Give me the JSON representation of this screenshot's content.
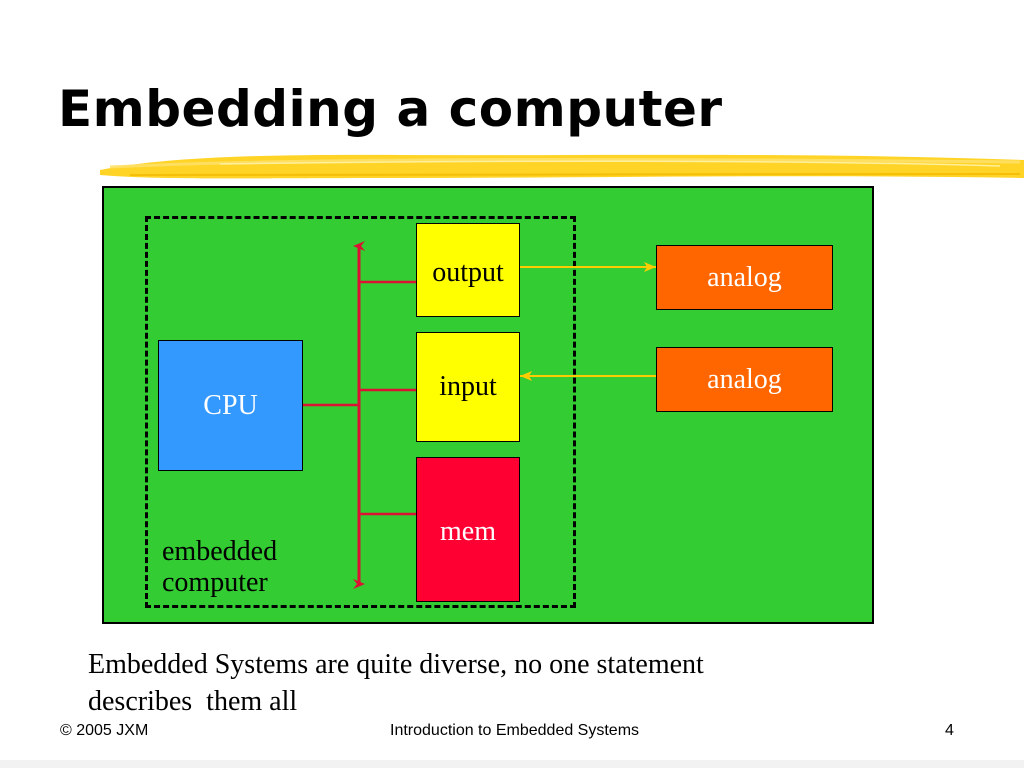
{
  "slide": {
    "title": "Embedding a computer",
    "caption_line1": "Embedded Systems are quite diverse, no one statement",
    "caption_line2": "describes  them all"
  },
  "diagram": {
    "cpu_label": "CPU",
    "output_label": "output",
    "input_label": "input",
    "mem_label": "mem",
    "analog_top_label": "analog",
    "analog_bottom_label": "analog",
    "embedded_line1": "embedded",
    "embedded_line2": "computer"
  },
  "footer": {
    "left": "© 2005 JXM",
    "center": "Introduction to Embedded Systems",
    "page_number": "4"
  },
  "colors": {
    "diagram_background": "#33cc33",
    "cpu": "#3399ff",
    "io_box": "#ffff00",
    "mem": "#ff0033",
    "analog": "#ff6600",
    "bus": "#dd1133",
    "signal": "#ffcc00",
    "highlighter": "#ffcc00"
  }
}
